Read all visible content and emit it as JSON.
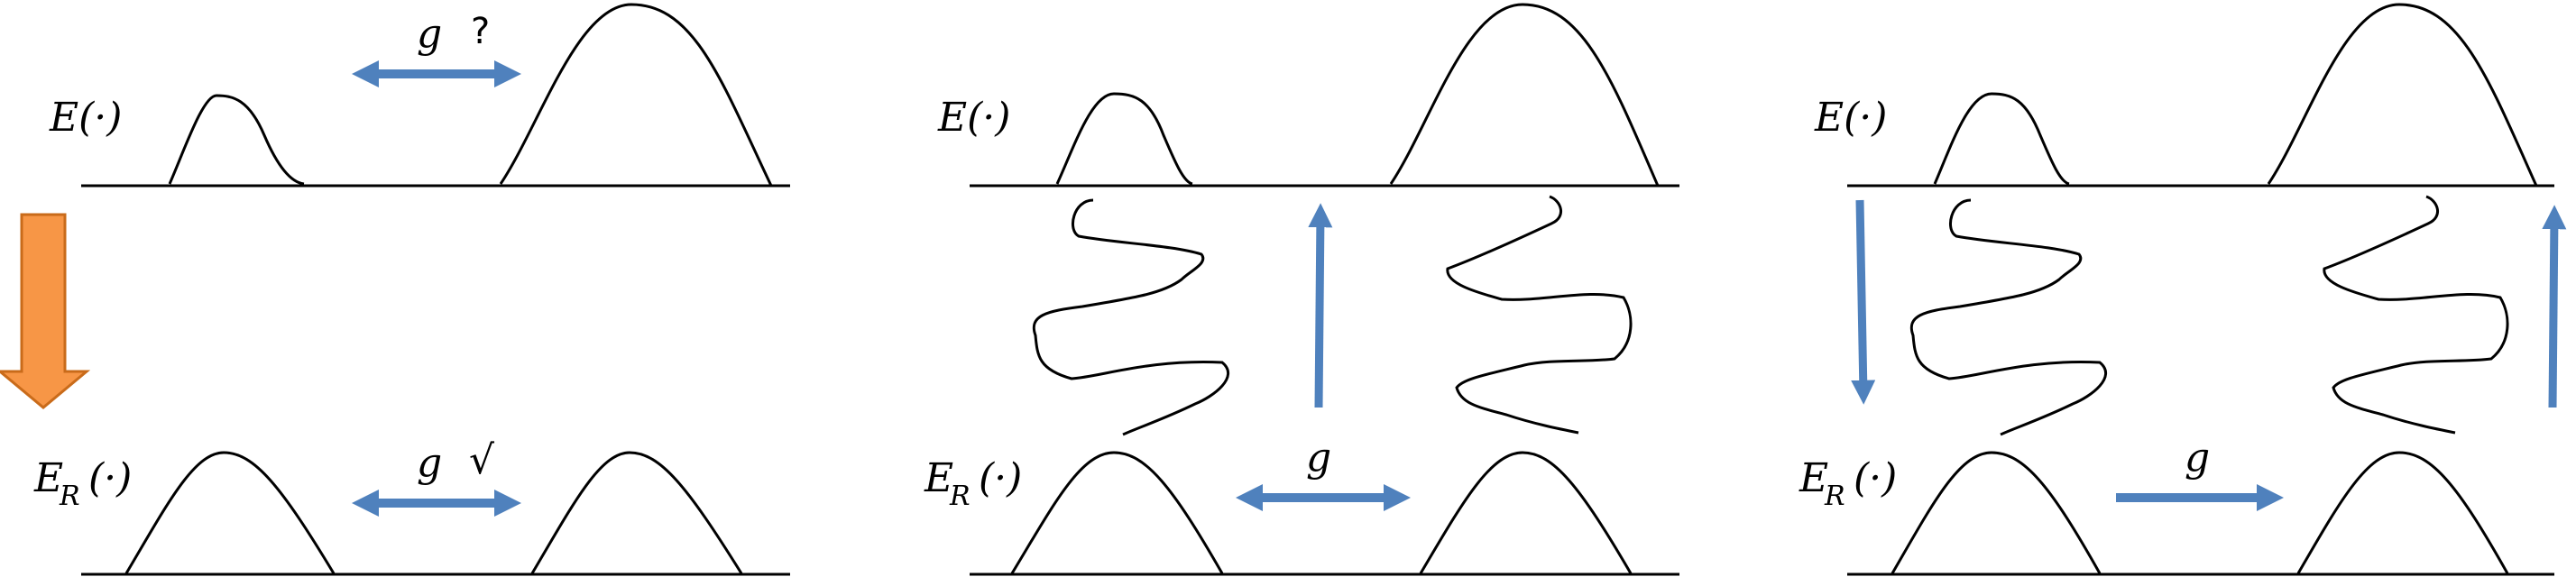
{
  "colors": {
    "blue_arrow": "#4f81bd",
    "orange_arrow": "#f79646",
    "curve": "#000000",
    "background": "#ffffff"
  },
  "panels": [
    {
      "top_label": "E(·)",
      "bottom_label_main": "E",
      "bottom_label_sub": "R",
      "bottom_label_rest": "(·)",
      "top_arrow_text": "g",
      "top_arrow_mark": "?",
      "bottom_arrow_text": "g",
      "bottom_arrow_mark": "√"
    },
    {
      "top_label": "E(·)",
      "bottom_label_main": "E",
      "bottom_label_sub": "R",
      "bottom_label_rest": "(·)",
      "bottom_arrow_text": "g"
    },
    {
      "top_label": "E(·)",
      "bottom_label_main": "E",
      "bottom_label_sub": "R",
      "bottom_label_rest": "(·)",
      "bottom_arrow_text": "g"
    }
  ]
}
